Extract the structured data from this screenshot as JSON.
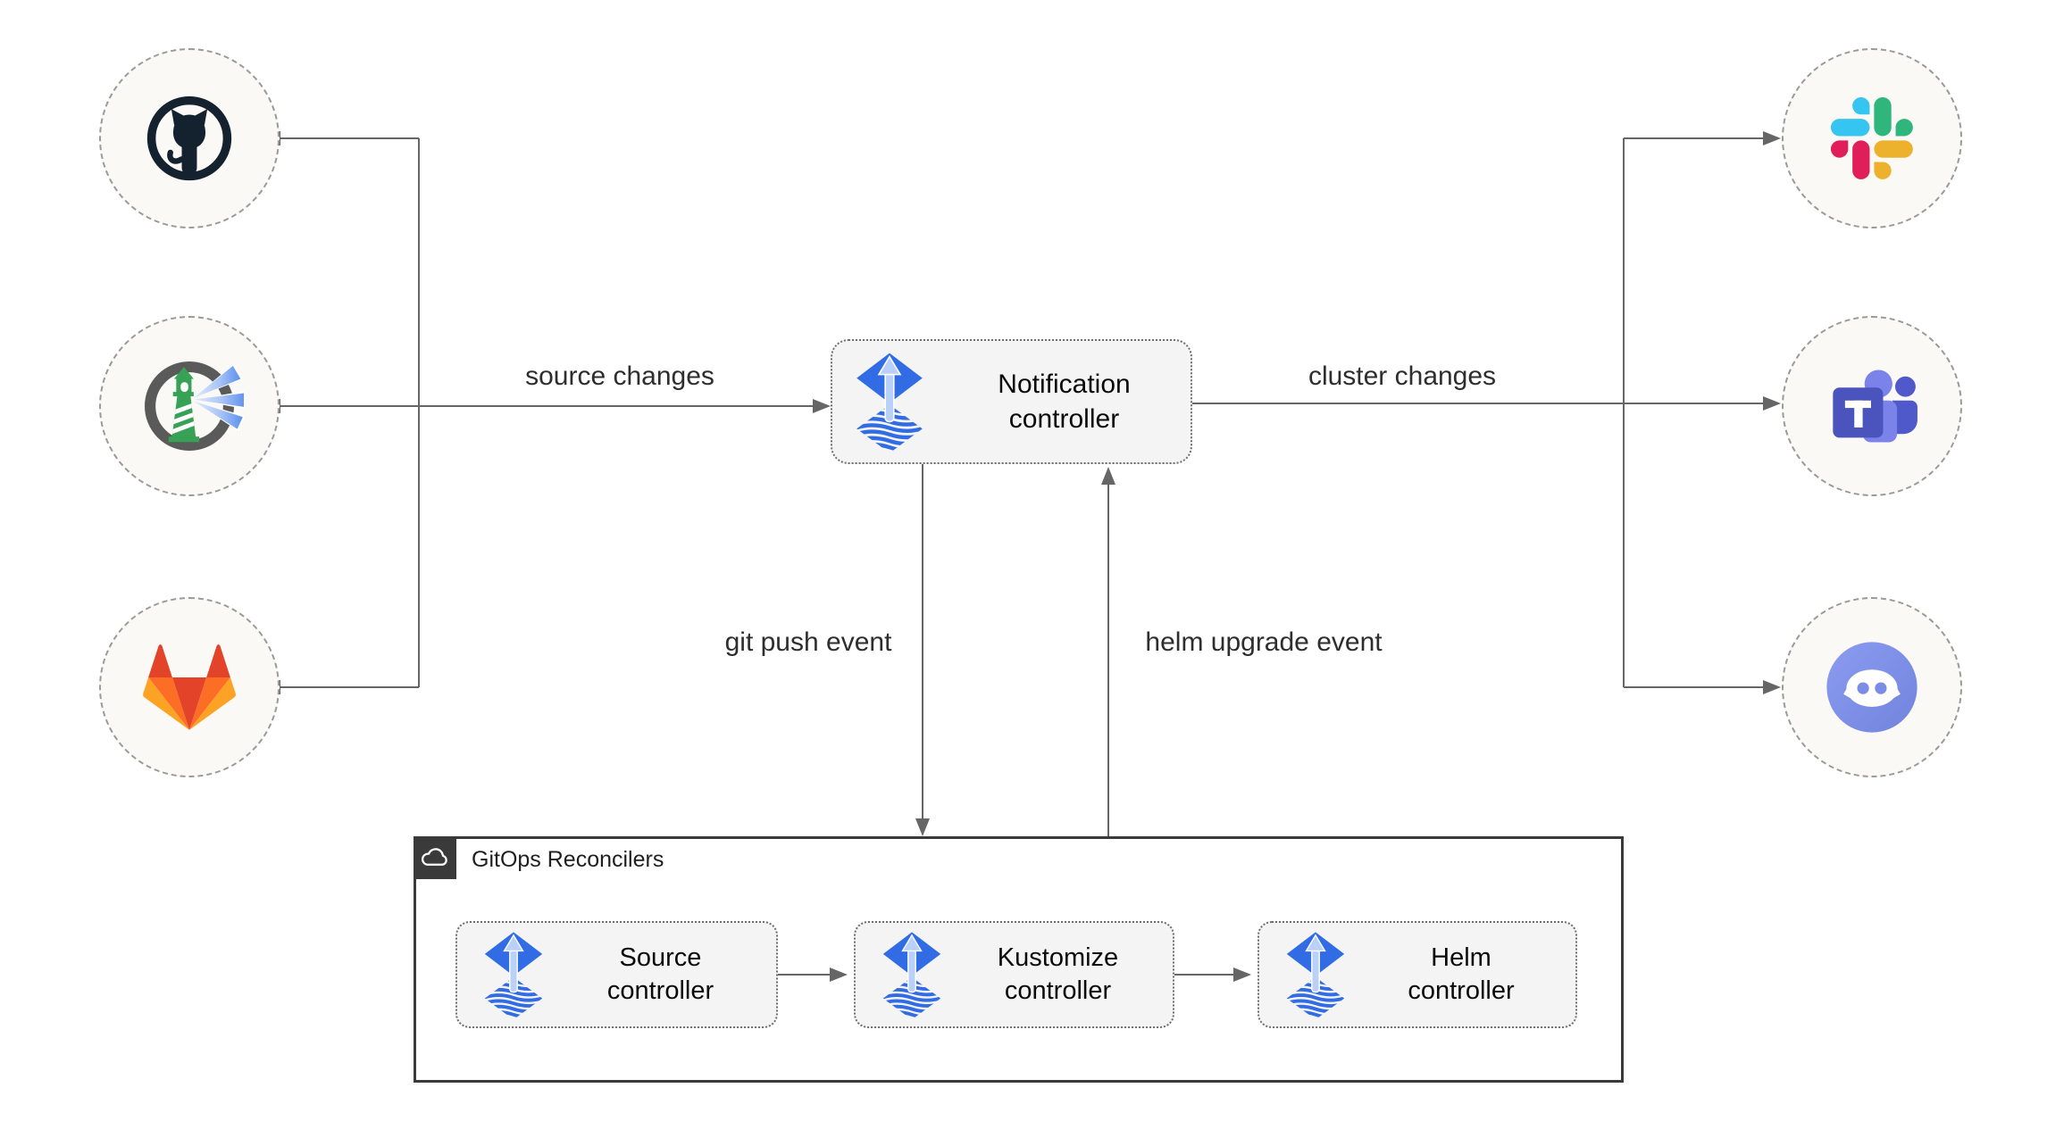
{
  "diagram": {
    "left_nodes": [
      {
        "icon": "github-icon"
      },
      {
        "icon": "harbor-icon"
      },
      {
        "icon": "gitlab-icon"
      }
    ],
    "right_nodes": [
      {
        "icon": "slack-icon"
      },
      {
        "icon": "teams-icon"
      },
      {
        "icon": "discord-icon"
      }
    ],
    "notification_box": {
      "icon": "flux-icon",
      "line1": "Notification",
      "line2": "controller"
    },
    "edge_labels": {
      "source_changes": "source changes",
      "cluster_changes": "cluster changes",
      "git_push_event": "git push event",
      "helm_upgrade_event": "helm upgrade event"
    },
    "reconcilers": {
      "title": "GitOps Reconcilers",
      "tag_icon": "cloud-icon",
      "controllers": [
        {
          "icon": "flux-icon",
          "line1": "Source",
          "line2": "controller"
        },
        {
          "icon": "flux-icon",
          "line1": "Kustomize",
          "line2": "controller"
        },
        {
          "icon": "flux-icon",
          "line1": "Helm",
          "line2": "controller"
        }
      ]
    },
    "colors": {
      "flux_blue": "#316ce4",
      "flux_arrow": "#b9d0f8",
      "line": "#666666",
      "box_fill": "#f4f4f4",
      "circle_fill": "#faf9f6",
      "container_border": "#3a3a3a",
      "github_dark": "#14222f",
      "harbor_green": "#37a155",
      "harbor_ring_gray": "#5a5a5a",
      "gitlab_red": "#e24329",
      "gitlab_orange": "#fc6d26",
      "gitlab_yellow": "#fca326",
      "slack_blue": "#36c5f0",
      "slack_green": "#2eb67d",
      "slack_yellow": "#ecb22e",
      "slack_red": "#e01e5a",
      "teams_purple": "#4b53bc",
      "teams_light_purple": "#7b83eb",
      "teams_mid_purple": "#5059c9",
      "discord_blurple": "#7f90e6"
    }
  }
}
